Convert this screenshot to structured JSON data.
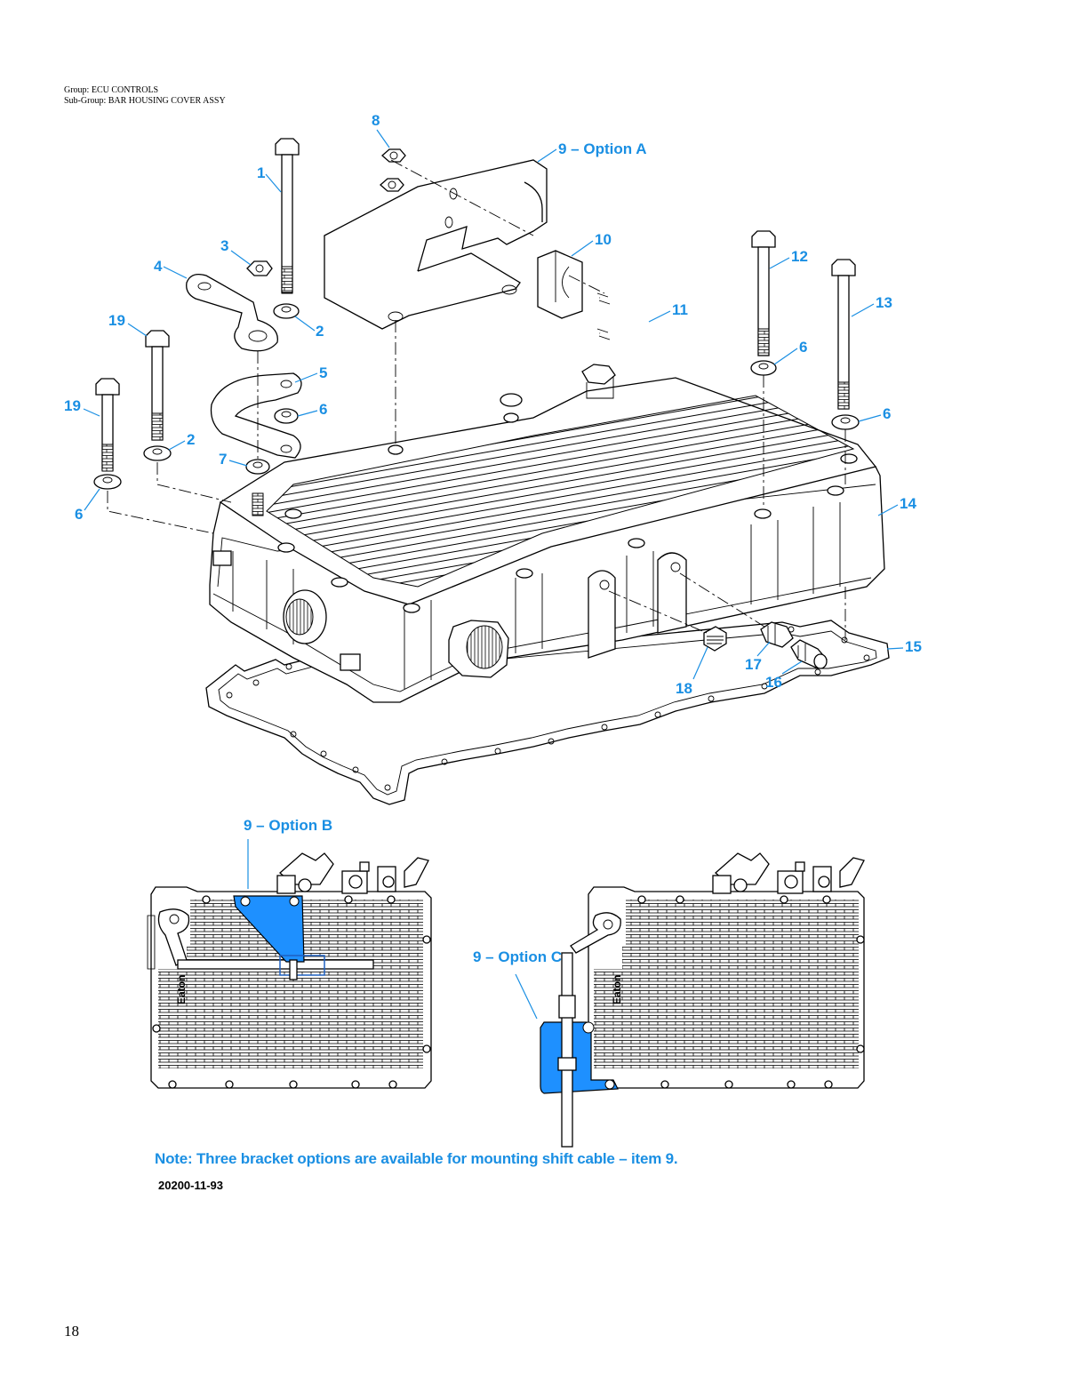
{
  "header": {
    "group": "Group: ECU CONTROLS",
    "subgroup": "Sub-Group: BAR HOUSING COVER ASSY"
  },
  "callouts": {
    "c1": "1",
    "c2a": "2",
    "c2b": "2",
    "c3": "3",
    "c4": "4",
    "c5": "5",
    "c6a": "6",
    "c6b": "6",
    "c6c": "6",
    "c6d": "6",
    "c7": "7",
    "c8": "8",
    "c9a": "9 – Option A",
    "c10": "10",
    "c11": "11",
    "c12": "12",
    "c13": "13",
    "c14": "14",
    "c15": "15",
    "c16": "16",
    "c17": "17",
    "c18": "18",
    "c19a": "19",
    "c19b": "19",
    "c9b": "9 – Option B",
    "c9c": "9 – Option C"
  },
  "brand_left": "Eaton",
  "brand_right": "Eaton",
  "note": "Note: Three bracket options are available for mounting shift cable – item 9.",
  "doc_number": "20200-11-93",
  "page_number": "18",
  "colors": {
    "accent": "#1a8fe3",
    "highlight": "#1e90ff",
    "line": "#000000"
  }
}
